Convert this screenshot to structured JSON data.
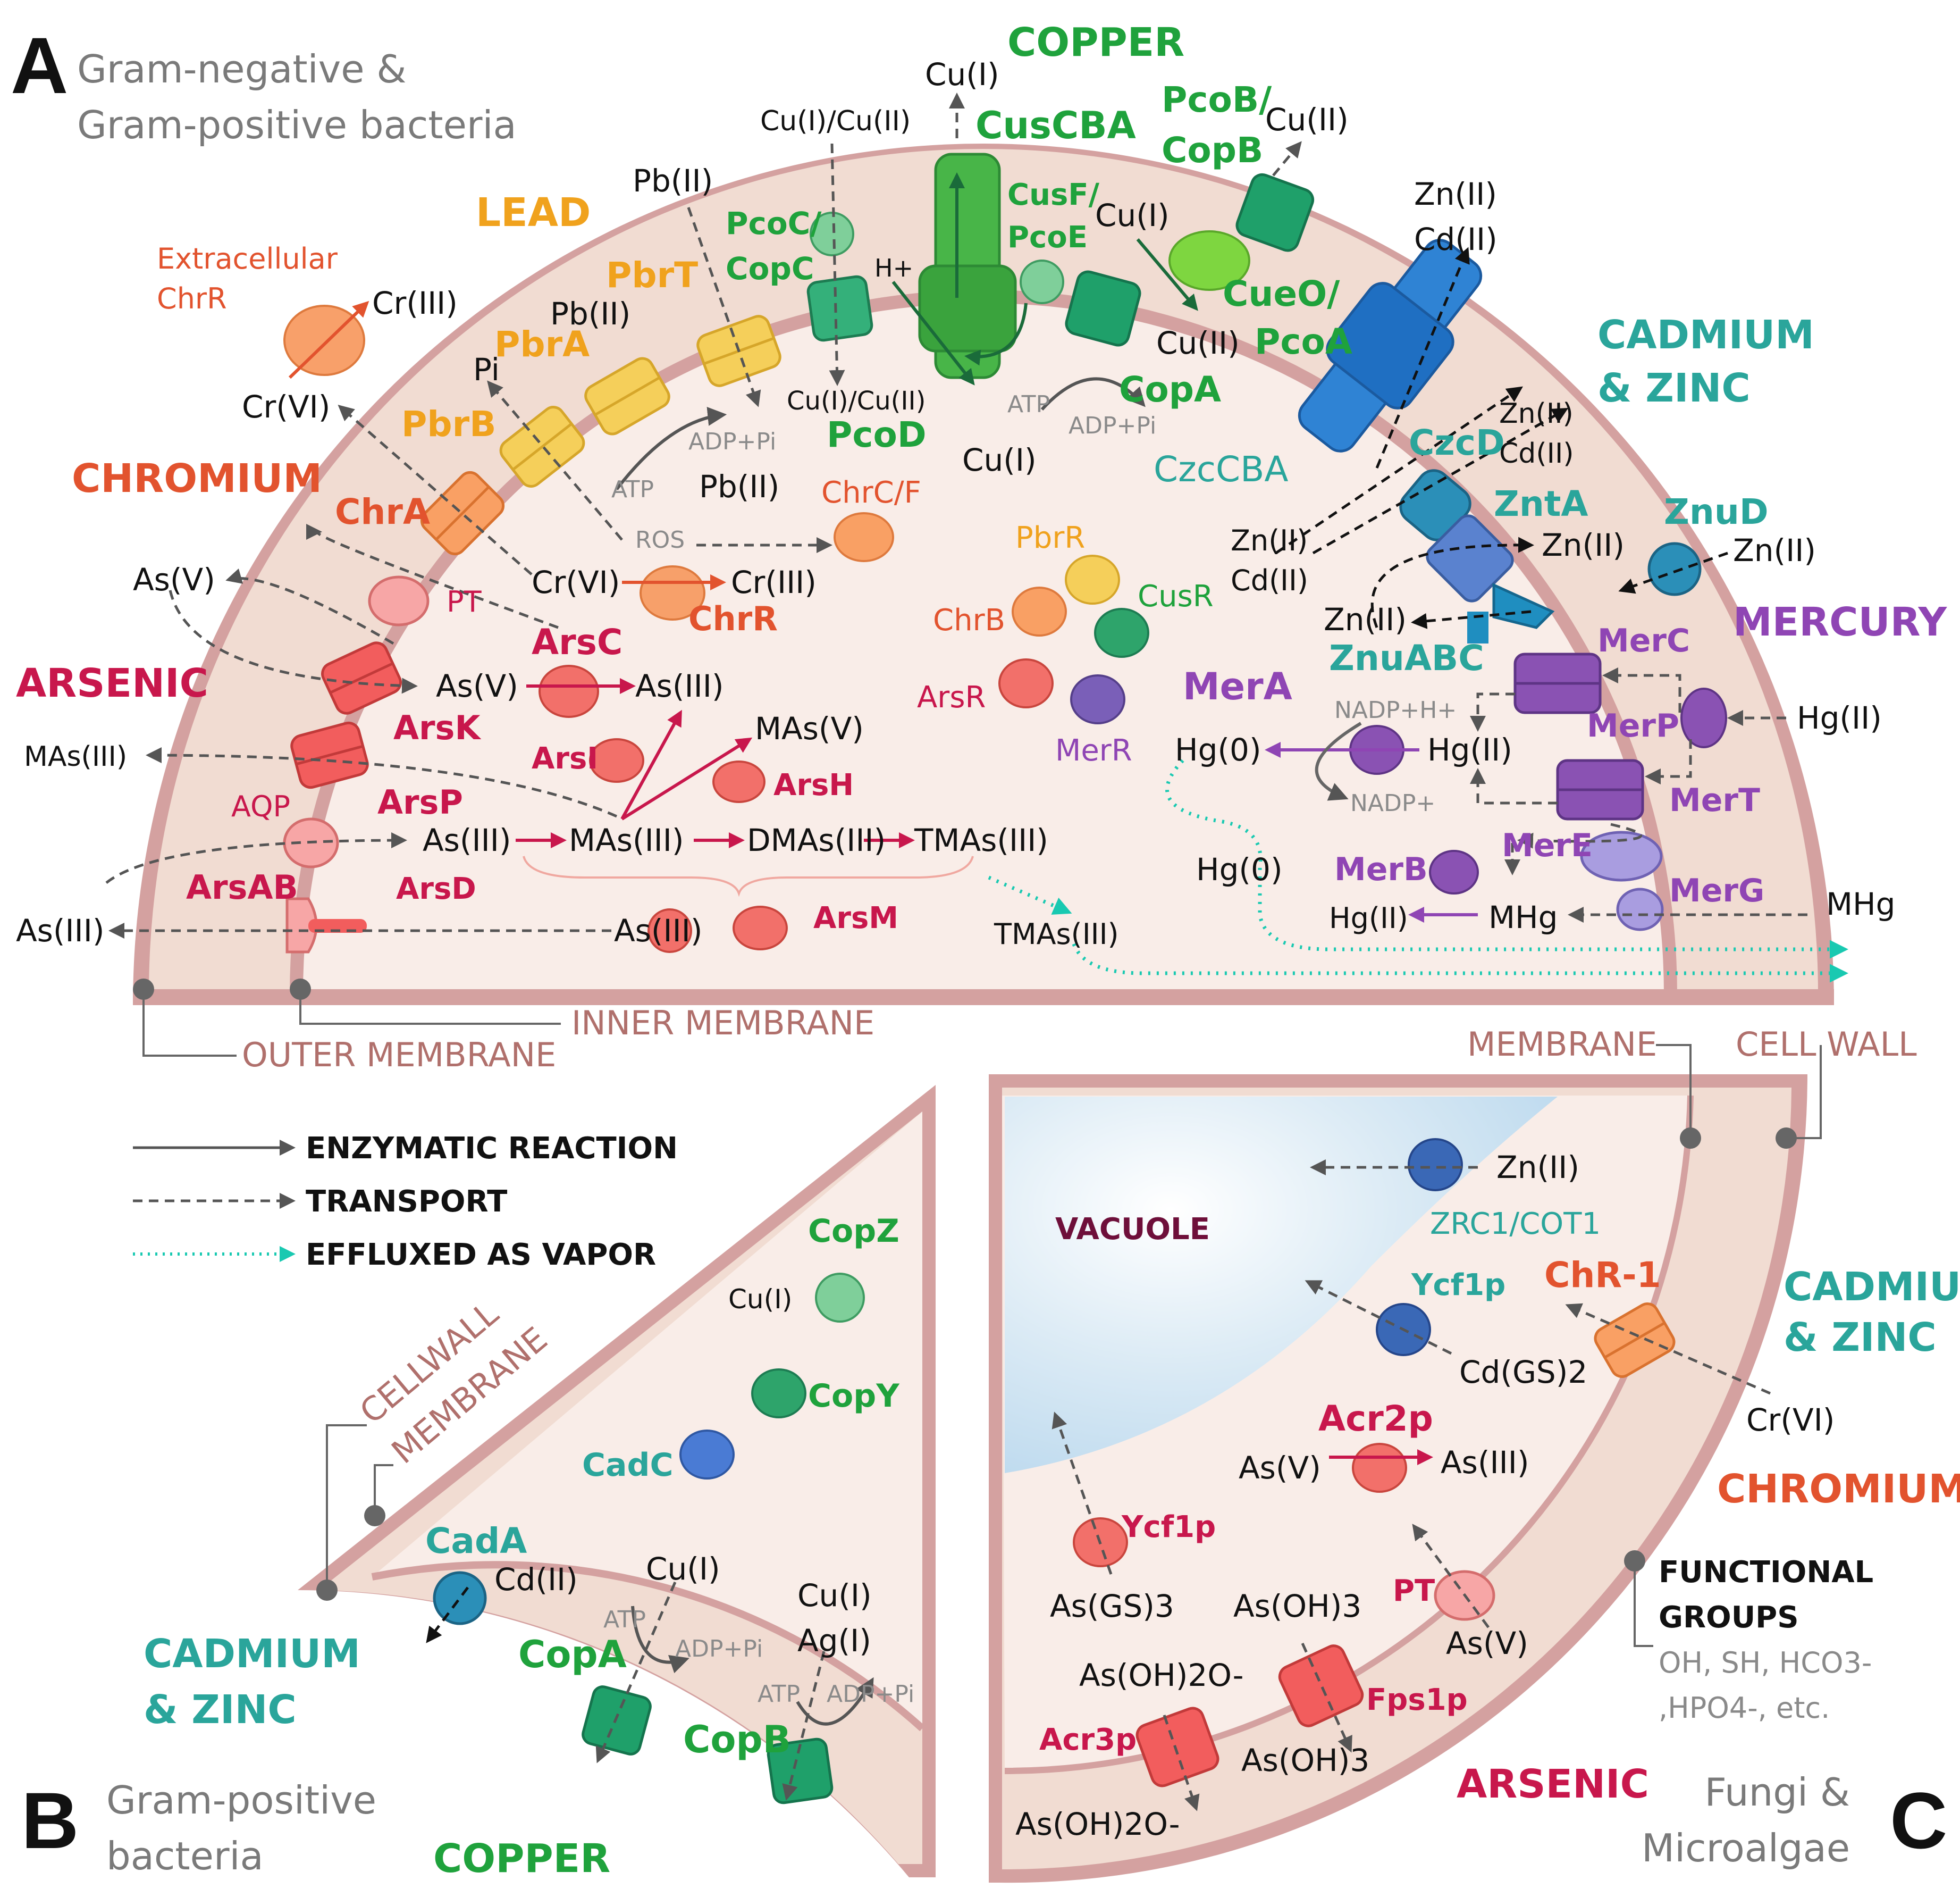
{
  "panels": {
    "a": {
      "letter": "A",
      "line1": "Gram-negative &",
      "line2": "Gram-positive bacteria"
    },
    "b": {
      "letter": "B",
      "line1": "Gram-positive",
      "line2": "bacteria"
    },
    "c": {
      "letter": "C",
      "line1": "Fungi &",
      "line2": "Microalgae"
    }
  },
  "metal_groups": {
    "copper_a": "COPPER",
    "lead": "LEAD",
    "chromium_a": "CHROMIUM",
    "arsenic_a": "ARSENIC",
    "cadzinc_a_1": "CADMIUM",
    "cadzinc_a_2": "& ZINC",
    "mercury": "MERCURY",
    "cadzinc_b_1": "CADMIUM",
    "cadzinc_b_2": "& ZINC",
    "copper_b": "COPPER",
    "cadzinc_c_1": "CADMIUM",
    "cadzinc_c_2": "& ZINC",
    "chromium_c": "CHROMIUM",
    "arsenic_c": "ARSENIC"
  },
  "structures": {
    "outer_membrane": "OUTER MEMBRANE",
    "inner_membrane": "INNER MEMBRANE",
    "membrane_c": "MEMBRANE",
    "cell_wall_c": "CELL WALL",
    "cellwall_b": "CELLWALL",
    "membrane_b": "MEMBRANE",
    "vacuole": "VACUOLE",
    "functional_groups_1": "FUNCTIONAL",
    "functional_groups_2": "GROUPS",
    "functional_groups_list_1": "OH, SH, HCO3-",
    "functional_groups_list_2": ",HPO4-, etc."
  },
  "legend": {
    "enzymatic": "ENZYMATIC REACTION",
    "transport": "TRANSPORT",
    "vapor": "EFFLUXED AS VAPOR"
  },
  "proteins_a": {
    "extracellular_chrr_1": "Extracellular",
    "extracellular_chrr_2": "ChrR",
    "chra": "ChrA",
    "pbrb": "PbrB",
    "pbra": "PbrA",
    "pbrt": "PbrT",
    "pcoc_1": "PcoC/",
    "pcoc_2": "CopC",
    "pcod": "PcoD",
    "cuscba": "CusCBA",
    "cusf_1": "CusF/",
    "cusf_2": "PcoE",
    "pcob_1": "PcoB/",
    "pcob_2": "CopB",
    "cueo_1": "CueO/",
    "cueo_2": "PcoA",
    "copa": "CopA",
    "czccba": "CzcCBA",
    "czcd": "CzcD",
    "znta": "ZntA",
    "znud": "ZnuD",
    "znuabc": "ZnuABC",
    "merc": "MerC",
    "merp": "MerP",
    "mert": "MerT",
    "mere": "MerE",
    "merg": "MerG",
    "merb": "MerB",
    "mera": "MerA",
    "merr": "MerR",
    "pbrr": "PbrR",
    "cusr": "CusR",
    "chrb": "ChrB",
    "arsr": "ArsR",
    "chrcf": "ChrC/F",
    "chrr": "ChrR",
    "pt": "PT",
    "arsc": "ArsC",
    "arsk": "ArsK",
    "arsp": "ArsP",
    "arsi": "ArsI",
    "arsh": "ArsH",
    "aqp": "AQP",
    "arsab": "ArsAB",
    "arsd": "ArsD",
    "arsm": "ArsM"
  },
  "species_a": {
    "cu1_top": "Cu(I)",
    "cu12_top": "Cu(I)/Cu(II)",
    "cu12_in": "Cu(I)/Cu(II)",
    "cu2_pcob": "Cu(II)",
    "cu1_cueo": "Cu(I)",
    "cu2_cueo": "Cu(II)",
    "hplus": "H+",
    "cu1_copa": "Cu(I)",
    "atp_copa": "ATP",
    "adp_copa": "ADP+Pi",
    "pb2_top": "Pb(II)",
    "pb2_pbrt": "Pb(II)",
    "pi_pbrb": "Pi",
    "atp_pb": "ATP",
    "adp_pb": "ADP+Pi",
    "pb2_in": "Pb(II)",
    "cr3_ext": "Cr(III)",
    "cr6_ext": "Cr(VI)",
    "cr6_in": "Cr(VI)",
    "cr3_in": "Cr(III)",
    "ros": "ROS",
    "as5_out": "As(V)",
    "as5_in": "As(V)",
    "as3_arsc": "As(III)",
    "mas3_out": "MAs(III)",
    "mas5": "MAs(V)",
    "as3_aqp": "As(III)",
    "mas3": "MAs(III)",
    "dmas3": "DMAs(III)",
    "tmas3": "TMAs(III)",
    "as3_out": "As(III)",
    "as3_arsd": "As(III)",
    "tmas3_vap": "TMAs(III)",
    "zn2_top": "Zn(II)",
    "cd2_top": "Cd(II)",
    "zn2_czcd": "Zn(II)",
    "cd2_czcd": "Cd(II)",
    "zn2_left": "Zn(II)",
    "cd2_left": "Cd(II)",
    "zn2_znta": "Zn(II)",
    "zn2_znud": "Zn(II)",
    "zn2_znuabc": "Zn(II)",
    "hg2_out": "Hg(II)",
    "hg2_in": "Hg(II)",
    "hg0": "Hg(0)",
    "hg0_b": "Hg(0)",
    "nadph": "NADP+H+",
    "nadp": "NADP+",
    "mhg_out": "MHg",
    "mhg_in": "MHg",
    "hg2_merb": "Hg(II)"
  },
  "proteins_b": {
    "copz": "CopZ",
    "copy": "CopY",
    "cadc": "CadC",
    "cada": "CadA",
    "copa": "CopA",
    "copb": "CopB"
  },
  "species_b": {
    "cu1_copz": "Cu(I)",
    "cd2": "Cd(II)",
    "cu1_copa": "Cu(I)",
    "atp_copa": "ATP",
    "adp_copa": "ADP+Pi",
    "cu1_copb": "Cu(I)",
    "ag1_copb": "Ag(I)",
    "atp_copb": "ATP",
    "adp_copb": "ADP+Pi"
  },
  "proteins_c": {
    "zrc1": "ZRC1/COT1",
    "ycf1p_cd": "Ycf1p",
    "chr1": "ChR-1",
    "acr2p": "Acr2p",
    "ycf1p_as": "Ycf1p",
    "pt": "PT",
    "fps1p": "Fps1p",
    "acr3p": "Acr3p"
  },
  "species_c": {
    "zn2": "Zn(II)",
    "cdgs2": "Cd(GS)2",
    "cr6": "Cr(VI)",
    "as5": "As(V)",
    "as3": "As(III)",
    "asgs3": "As(GS)3",
    "asoh3_a": "As(OH)3",
    "asoh3_b": "As(OH)3",
    "as5_pt": "As(V)",
    "asoh2o_a": "As(OH)2O-",
    "asoh2o_b": "As(OH)2O-"
  },
  "colors": {
    "membrane": "#d4a1a0",
    "cytoplasm": "#f9ede8",
    "periplasm": "#f1dcd2",
    "arsenic": "#c8174c",
    "chromium": "#e2532e",
    "lead": "#f0a21d",
    "copper": "#1fa23c",
    "cadzinc": "#2aa59b",
    "mercury": "#8f45b4",
    "label_grey": "#7a7a7a",
    "vapor": "#19c9b1",
    "struct_label": "#b0706c"
  }
}
